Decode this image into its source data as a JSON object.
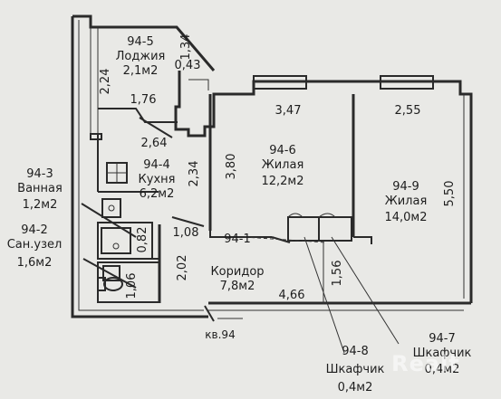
{
  "rooms": {
    "loggia": {
      "num": "94-5",
      "name": "Лоджия",
      "area": "2,1м2"
    },
    "kitchen": {
      "num": "94-4",
      "name": "Кухня",
      "area": "6,2м2"
    },
    "bath": {
      "num": "94-3",
      "name": "Ванная",
      "area": "1,2м2"
    },
    "wc": {
      "num": "94-2",
      "name": "Сан.узел",
      "area": "1,6м2"
    },
    "living1": {
      "num": "94-6",
      "name": "Жилая",
      "area": "12,2м2"
    },
    "living2": {
      "num": "94-9",
      "name": "Жилая",
      "area": "14,0м2"
    },
    "corridor": {
      "num": "94-1",
      "name": "Коридор",
      "area": "7,8м2"
    },
    "closet1": {
      "num": "94-8",
      "name": "Шкафчик",
      "area": "0,4м2"
    },
    "closet2": {
      "num": "94-7",
      "name": "Шкафчик",
      "area": "0,4м2"
    }
  },
  "dims": {
    "d_1_34": "1,34",
    "d_0_43": "0,43",
    "d_2_24": "2,24",
    "d_1_76": "1,76",
    "d_2_64": "2,64",
    "d_2_34": "2,34",
    "d_3_80": "3,80",
    "d_3_47": "3,47",
    "d_2_55": "2,55",
    "d_5_50": "5,50",
    "d_0_82": "0,82",
    "d_1_08": "1,08",
    "d_2_02": "2,02",
    "d_1_06": "1,06",
    "d_4_66": "4,66",
    "d_1_56": "1,56"
  },
  "apartment": "кв.94",
  "watermark": "Realt",
  "colors": {
    "paper": "#e9e9e6",
    "ink": "#2a2a2a"
  }
}
